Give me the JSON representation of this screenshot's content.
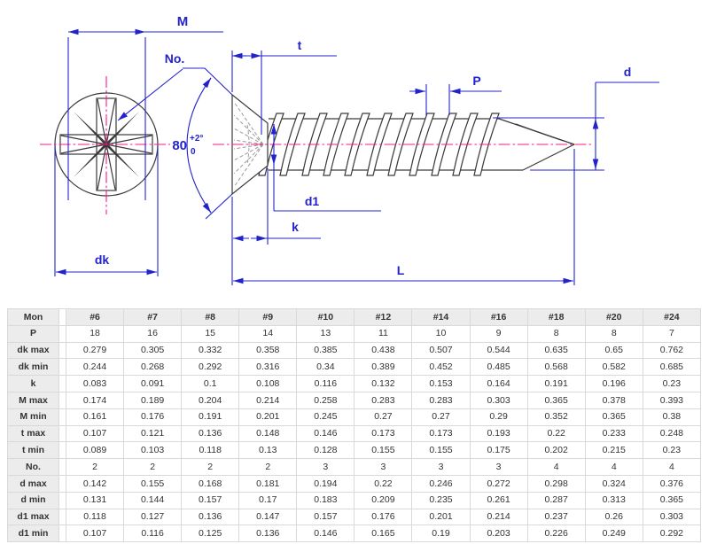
{
  "colors": {
    "accent_blue": "#2323cc",
    "centerline_pink": "#ff1493",
    "outline_dark": "#3a3a3a",
    "hidden_gray": "#9a9a9a",
    "table_border": "#d9d9d9",
    "table_header_bg": "#ececec",
    "table_text": "#333333"
  },
  "diagram": {
    "labels": {
      "M": "M",
      "No": "No.",
      "t": "t",
      "P": "P",
      "d": "d",
      "d1": "d1",
      "k": "k",
      "dk": "dk",
      "L": "L"
    },
    "angle": {
      "value": "80",
      "tol_upper": "+2°",
      "tol_lower": "0"
    }
  },
  "table": {
    "rows": [
      {
        "label": "Mon",
        "header": true,
        "values": [
          "#6",
          "#7",
          "#8",
          "#9",
          "#10",
          "#12",
          "#14",
          "#16",
          "#18",
          "#20",
          "#24"
        ]
      },
      {
        "label": "P",
        "values": [
          "18",
          "16",
          "15",
          "14",
          "13",
          "11",
          "10",
          "9",
          "8",
          "8",
          "7"
        ]
      },
      {
        "label": "dk max",
        "values": [
          "0.279",
          "0.305",
          "0.332",
          "0.358",
          "0.385",
          "0.438",
          "0.507",
          "0.544",
          "0.635",
          "0.65",
          "0.762"
        ]
      },
      {
        "label": "dk min",
        "values": [
          "0.244",
          "0.268",
          "0.292",
          "0.316",
          "0.34",
          "0.389",
          "0.452",
          "0.485",
          "0.568",
          "0.582",
          "0.685"
        ]
      },
      {
        "label": "k",
        "values": [
          "0.083",
          "0.091",
          "0.1",
          "0.108",
          "0.116",
          "0.132",
          "0.153",
          "0.164",
          "0.191",
          "0.196",
          "0.23"
        ]
      },
      {
        "label": "M max",
        "values": [
          "0.174",
          "0.189",
          "0.204",
          "0.214",
          "0.258",
          "0.283",
          "0.283",
          "0.303",
          "0.365",
          "0.378",
          "0.393"
        ]
      },
      {
        "label": "M min",
        "values": [
          "0.161",
          "0.176",
          "0.191",
          "0.201",
          "0.245",
          "0.27",
          "0.27",
          "0.29",
          "0.352",
          "0.365",
          "0.38"
        ]
      },
      {
        "label": "t max",
        "values": [
          "0.107",
          "0.121",
          "0.136",
          "0.148",
          "0.146",
          "0.173",
          "0.173",
          "0.193",
          "0.22",
          "0.233",
          "0.248"
        ]
      },
      {
        "label": "t min",
        "values": [
          "0.089",
          "0.103",
          "0.118",
          "0.13",
          "0.128",
          "0.155",
          "0.155",
          "0.175",
          "0.202",
          "0.215",
          "0.23"
        ]
      },
      {
        "label": "No.",
        "values": [
          "2",
          "2",
          "2",
          "2",
          "3",
          "3",
          "3",
          "3",
          "4",
          "4",
          "4"
        ]
      },
      {
        "label": "d max",
        "values": [
          "0.142",
          "0.155",
          "0.168",
          "0.181",
          "0.194",
          "0.22",
          "0.246",
          "0.272",
          "0.298",
          "0.324",
          "0.376"
        ]
      },
      {
        "label": "d min",
        "values": [
          "0.131",
          "0.144",
          "0.157",
          "0.17",
          "0.183",
          "0.209",
          "0.235",
          "0.261",
          "0.287",
          "0.313",
          "0.365"
        ]
      },
      {
        "label": "d1 max",
        "values": [
          "0.118",
          "0.127",
          "0.136",
          "0.147",
          "0.157",
          "0.176",
          "0.201",
          "0.214",
          "0.237",
          "0.26",
          "0.303"
        ]
      },
      {
        "label": "d1 min",
        "values": [
          "0.107",
          "0.116",
          "0.125",
          "0.136",
          "0.146",
          "0.165",
          "0.19",
          "0.203",
          "0.226",
          "0.249",
          "0.292"
        ]
      }
    ]
  }
}
